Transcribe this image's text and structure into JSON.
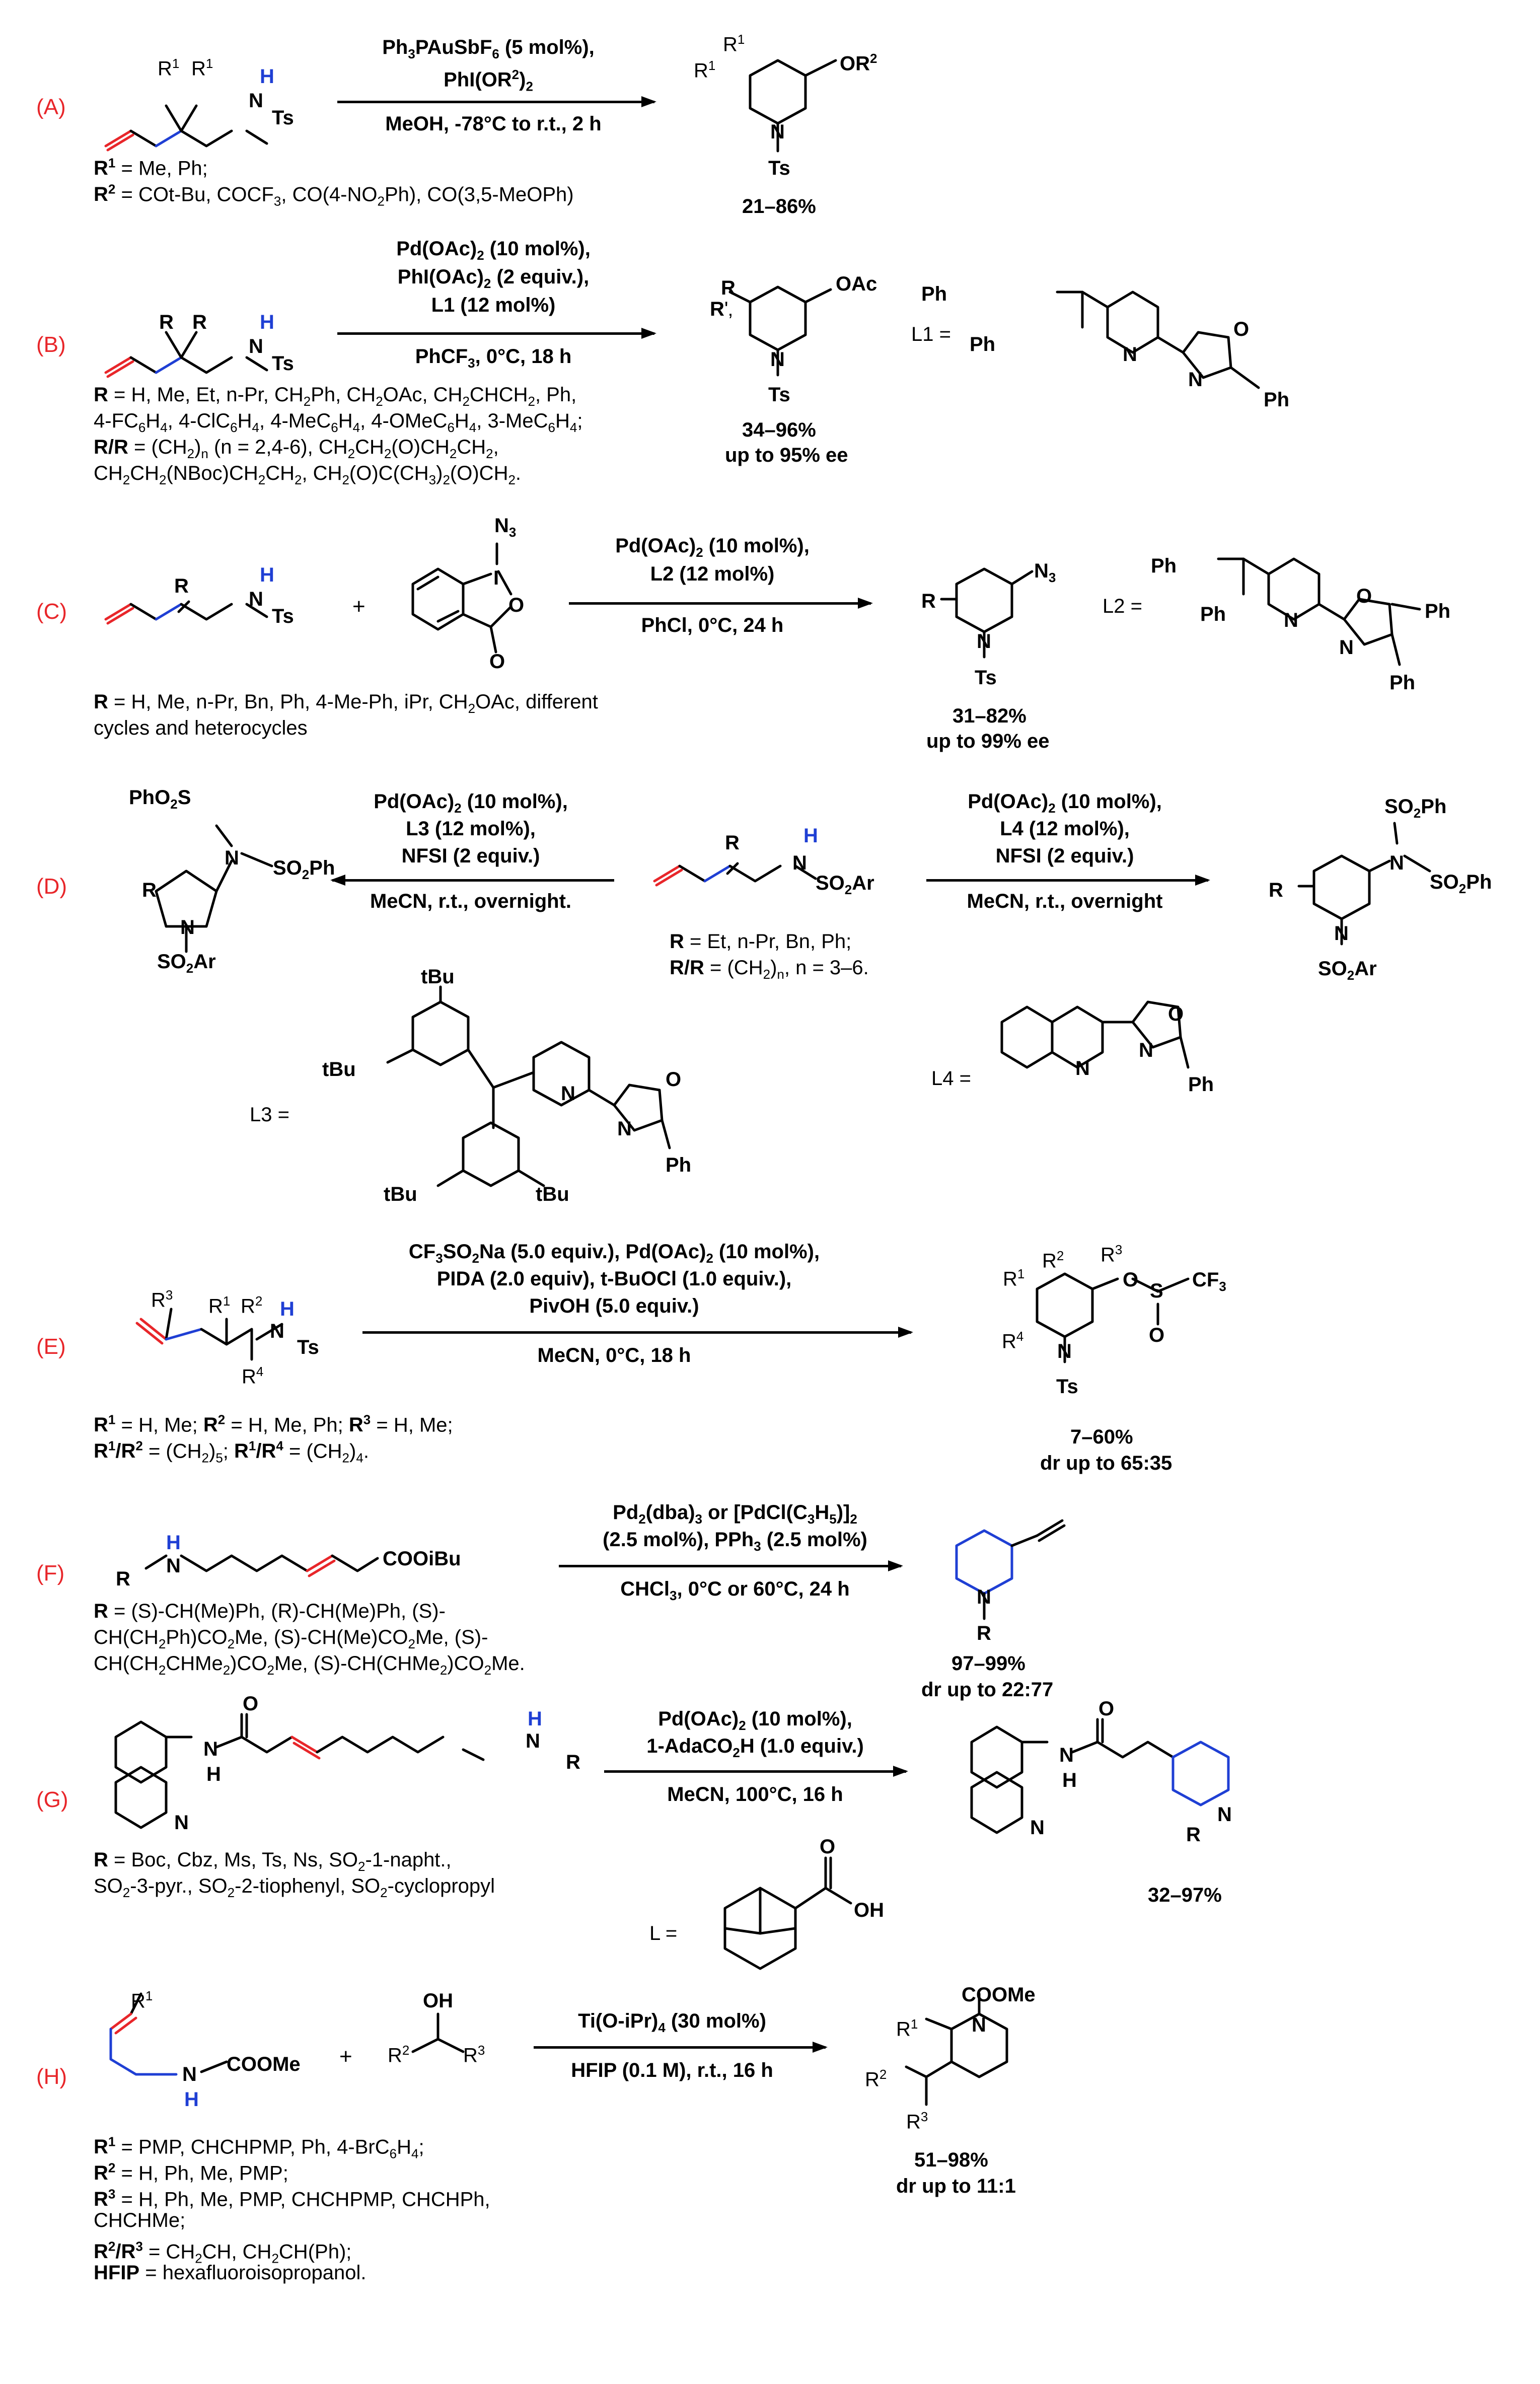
{
  "labels": {
    "A": "(A)",
    "B": "(B)",
    "C": "(C)",
    "D": "(D)",
    "E": "(E)",
    "F": "(F)",
    "G": "(G)",
    "H": "(H)"
  },
  "atoms": {
    "N": "N",
    "NH_H": "H",
    "Ts": "Ts",
    "O": "O",
    "R": "R",
    "R1": "R",
    "Ph": "Ph",
    "I": "I",
    "N3": "N",
    "SO2Ar": "SO",
    "tBu": "tBu",
    "COOMe": "COOMe",
    "COOiBu": "COOiBu",
    "OH": "OH",
    "plus": "+"
  },
  "panelA": {
    "cond1": "Ph",
    "cond2": "PhI(OR",
    "cond3": "MeOH, -78°C to r.t., 2 h",
    "r1": "= Me, Ph;",
    "r2": "= COt-Bu, COCF",
    "r2b": ", CO(4-NO",
    "r2c": "Ph), CO(3,5-MeOPh)",
    "yield": "21–86%"
  },
  "panelB": {
    "cond1": "Pd(OAc)",
    "cond1b": " (10 mol%),",
    "cond2": "PhI(OAc)",
    "cond2b": " (2 equiv.),",
    "cond3": "L1 (12 mol%)",
    "cond4": "PhCF",
    "cond4b": ", 0°C, 18 h",
    "l1": "L1 =",
    "r1": "= H, Me, Et, n-Pr, CH",
    "r2": "4-F",
    "r3": "= (CH",
    "r4": "CH",
    "yield": "34–96%",
    "ee": "up to 95% ee"
  },
  "panelC": {
    "cond1": "Pd(OAc)",
    "cond1b": " (10 mol%),",
    "cond2": "L2 (12 mol%)",
    "cond3": "PhCl, 0°C, 24 h",
    "l2": "L2 =",
    "r1": "= H, Me, n-Pr, Bn, Ph, 4-Me-Ph, iPr, CH",
    "r2": "cycles and heterocycles",
    "yield": "31–82%",
    "ee": "up to 99% ee"
  },
  "panelD": {
    "lcond1": "Pd(OAc)",
    "lcond1b": " (10 mol%),",
    "lcond2": "L3 (12 mol%),",
    "lcond3": "NFSI (2 equiv.)",
    "lcond4": "MeCN, r.t., overnight.",
    "rcond1": "Pd(OAc)",
    "rcond1b": " (10 mol%),",
    "rcond2": "L4 (12 mol%),",
    "rcond3": "NFSI (2 equiv.)",
    "rcond4": "MeCN, r.t., overnight",
    "r1": "= Et, n-Pr, Bn, Ph;",
    "r2": "= (CH",
    "l3": "L3 =",
    "l4": "L4 ="
  },
  "panelE": {
    "cond1": "CF",
    "cond1b": "SO",
    "cond1c": "Na (5.0 equiv.), Pd(OAc)",
    "cond1d": " (10 mol%),",
    "cond2": "PIDA (2.0 equiv), t-BuOCl (1.0 equiv.),",
    "cond3": "PivOH (5.0 equiv.)",
    "cond4": "MeCN, 0°C, 18 h",
    "r1": "= H, Me;",
    "r2": "= H, Me, Ph;",
    "r3": "= H, Me;",
    "r4": "= (CH",
    "yield": "7–60%",
    "dr": "dr up to 65:35"
  },
  "panelF": {
    "cond1": "Pd",
    "cond1b": "(dba)",
    "cond1c": " or [PdCl(C",
    "cond1d": ")]",
    "cond2": "(2.5 mol%), PPh",
    "cond2b": " (2.5 mol%)",
    "cond3": "CHCl",
    "cond3b": ", 0°C or 60°C, 24 h",
    "r1": "= (S)-CH(Me)Ph, (R)-CH(Me)Ph, (S)-",
    "r2": "CH(CH",
    "r3": "CH(CH",
    "yield": "97–99%",
    "dr": "dr up to 22:77"
  },
  "panelG": {
    "cond1": "Pd(OAc)",
    "cond1b": " (10 mol%),",
    "cond2": "1-AdaCO",
    "cond2b": "H (1.0 equiv.)",
    "cond3": "MeCN, 100°C, 16 h",
    "r1": "= Boc, Cbz, Ms, Ts, Ns, SO",
    "r2": "SO",
    "l": "L =",
    "yield": "32–97%"
  },
  "panelH": {
    "cond1": "Ti(O-iPr)",
    "cond1b": " (30 mol%)",
    "cond2": "HFIP (0.1 M), r.t., 16 h",
    "r1": "= PMP, CHCHPMP, Ph, 4-BrC",
    "r2": "= H, Ph, Me, PMP;",
    "r3": "= H, Ph, Me, PMP, CHCHPMP, CHCHPh,",
    "r3b": "CHCHMe;",
    "r4": "= CH",
    "hfip": "= hexafluoroisopropanol.",
    "yield": "51–98%",
    "dr": "dr up to 11:1"
  }
}
